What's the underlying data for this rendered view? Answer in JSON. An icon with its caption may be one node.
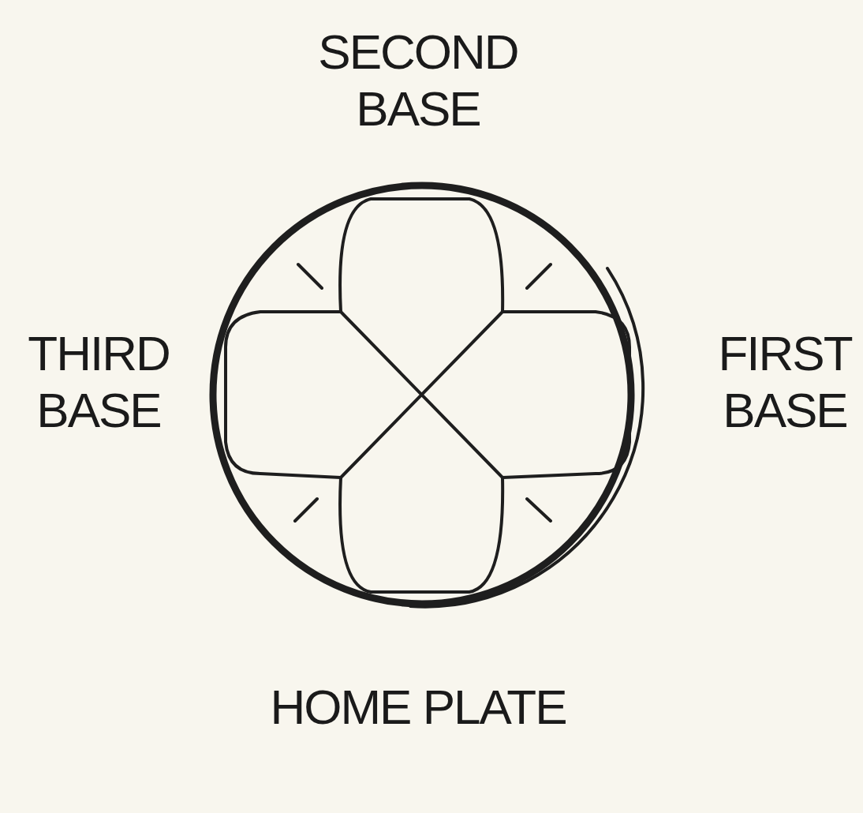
{
  "diagram": {
    "labels": [
      "SECOND BASE",
      "THIRD BASE",
      "FIRST BASE",
      "HOME PLATE"
    ]
  }
}
